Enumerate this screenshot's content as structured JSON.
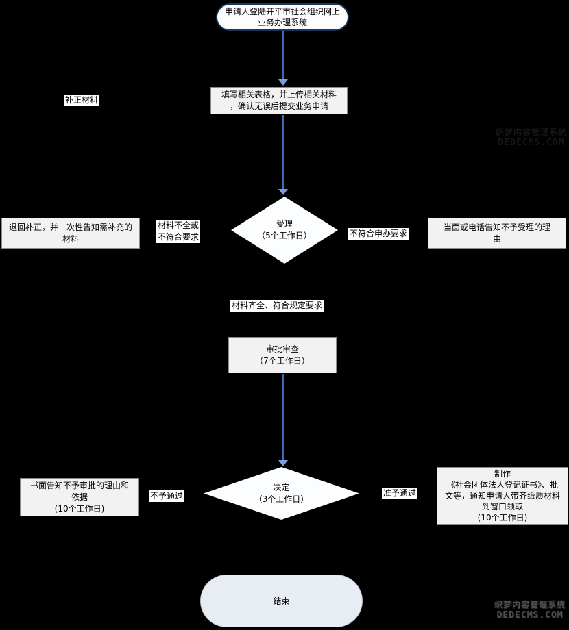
{
  "colors": {
    "background": "#000000",
    "arrow_stem": "#4169b8",
    "arrow_head": "#7e9cd8",
    "process_fill": "#f2f2f2",
    "process_border": "#8a8a8a",
    "diamond_fill": "#fcfdfe",
    "start_border": "#17365d",
    "start_fill": "#fdfdfd",
    "end_fill": "#e8ecf3",
    "label_bg": "#ffffff",
    "watermark_gray": "#4f4f4f"
  },
  "nodes": {
    "start": "申请人登陆开平市社会组织网上\n业务办理系统",
    "fill_form": "填写相关表格，并上传相关材料\n，确认无误后提交业务申请",
    "accept": "受理\n（5个工作日）",
    "return_box": "退回补正，并一次性告知需补充的\n材料",
    "refuse_box": "当面或电话告知不予受理的理\n由",
    "review": "审批审查\n（7个工作日）",
    "decision": "决定\n（3个工作日）",
    "fail_box": "书面告知不予审批的理由和\n依据\n(10个工作日)",
    "pass_box": "制作\n《社会团体法人登记证书》、批\n文等，通知申请人带齐纸质材料\n到窗口领取\n(10个工作日)",
    "end": "结束"
  },
  "labels": {
    "supplement": "补正材料",
    "incomplete": "材料不全或\n不符合要求",
    "not_meet": "不符合申办要求",
    "complete": "材料齐全、符合规定要求",
    "not_approved": "不予通过",
    "approved": "准予通过"
  },
  "watermark": {
    "line1": "织梦内容管理系统",
    "line2": "DEDECMS.COM"
  }
}
